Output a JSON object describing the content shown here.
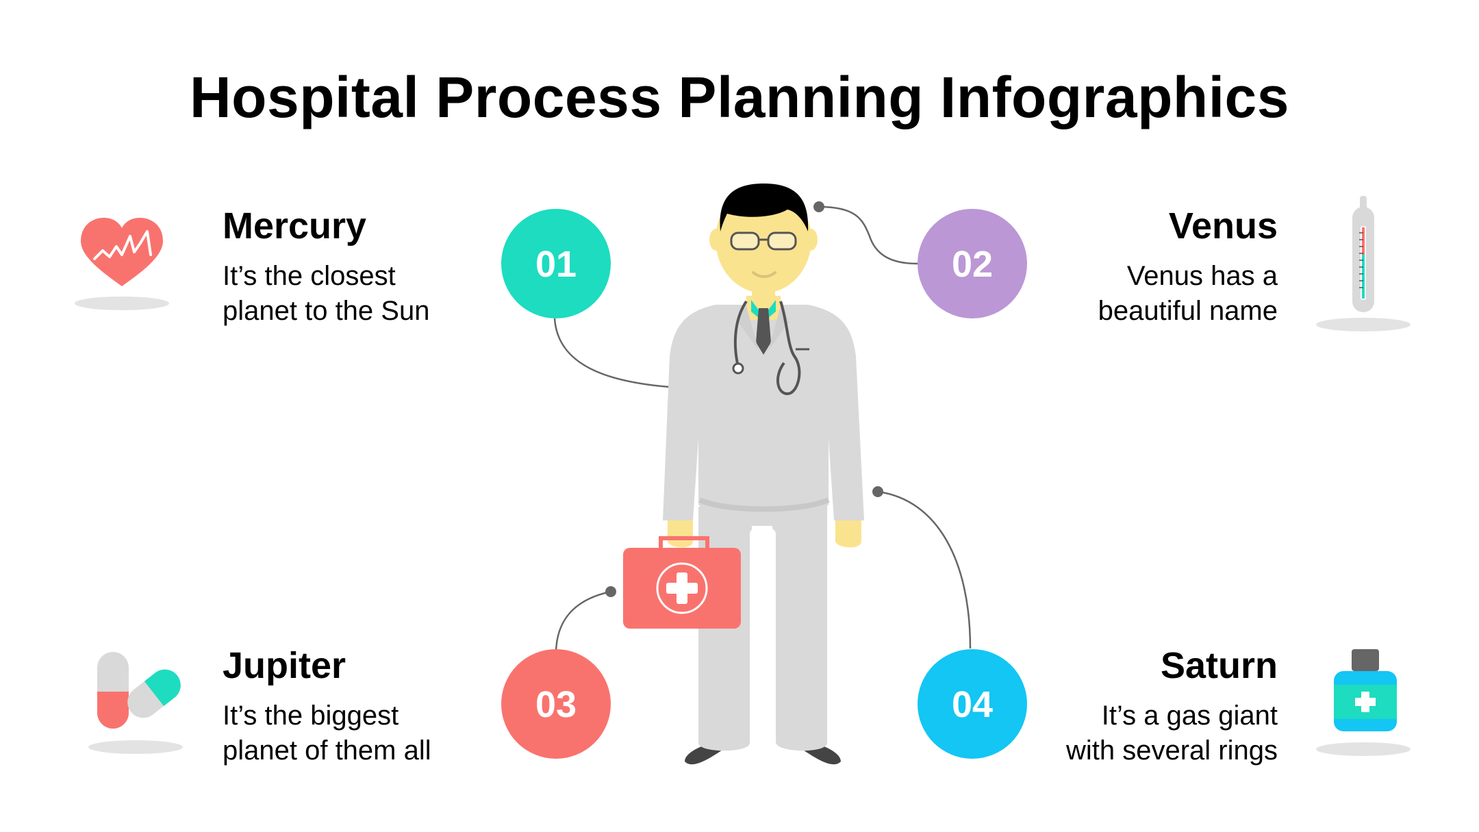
{
  "title": "Hospital Process Planning Infographics",
  "items": [
    {
      "number": "01",
      "heading": "Mercury",
      "line1": "It’s the closest",
      "line2": "planet to the Sun",
      "color": "#1ddcc0",
      "icon": "heart-icon"
    },
    {
      "number": "02",
      "heading": "Venus",
      "line1": "Venus has a",
      "line2": "beautiful name",
      "color": "#bb97d6",
      "icon": "thermometer-icon"
    },
    {
      "number": "03",
      "heading": "Jupiter",
      "line1": "It’s the biggest",
      "line2": "planet of them all",
      "color": "#f9736e",
      "icon": "pill-icon"
    },
    {
      "number": "04",
      "heading": "Saturn",
      "line1": "It’s a gas giant",
      "line2": "with several rings",
      "color": "#13c6f3",
      "icon": "medicine-bottle-icon"
    }
  ],
  "colors": {
    "coat": "#d9d9d9",
    "skin": "#fae38f",
    "hair": "#000000",
    "kit": "#f9736e",
    "connector": "#666666"
  },
  "illustration": "doctor-with-first-aid-kit"
}
